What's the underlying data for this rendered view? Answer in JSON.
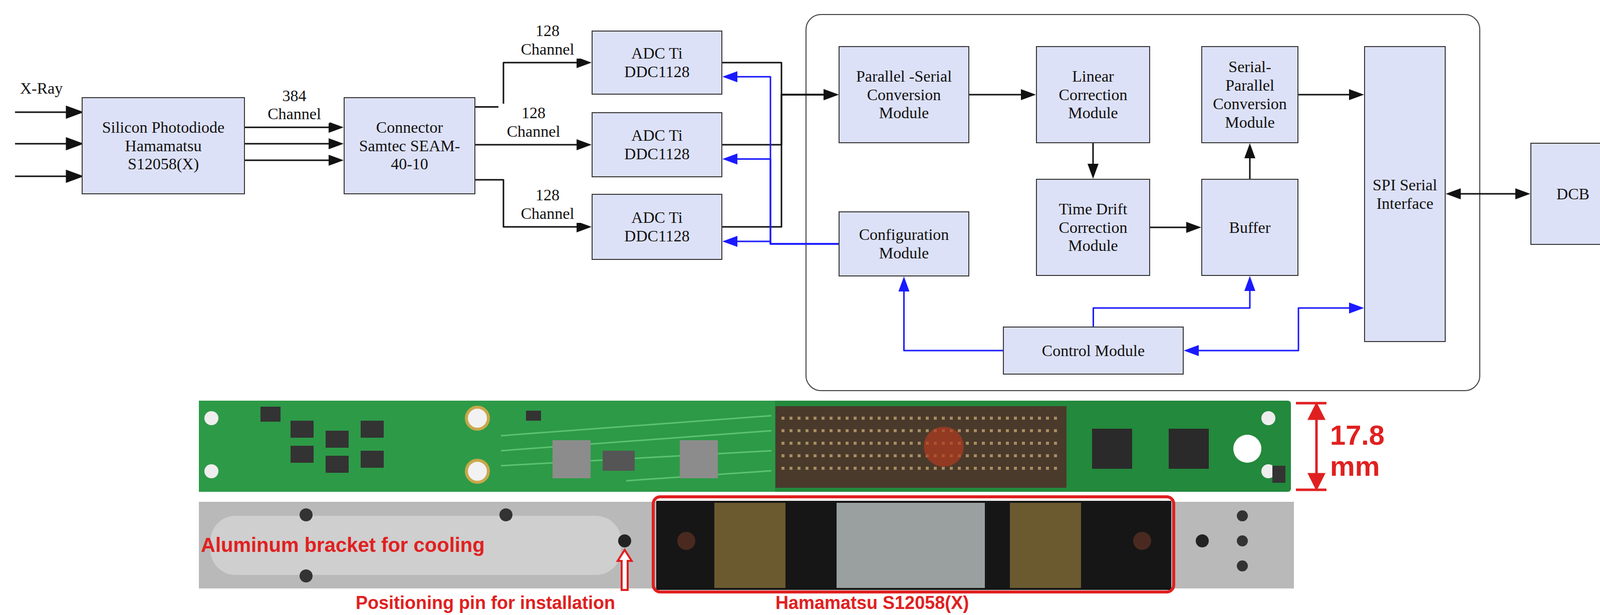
{
  "diagram": {
    "nodes": [
      {
        "text": [
          "Silicon Photodiode Hamamatsu S12058(X)"
        ]
      },
      {
        "text": [
          "Connector Samtec SEAM-40-10"
        ]
      },
      {
        "text": [
          "ADC Ti DDC1128"
        ]
      },
      {
        "text": [
          "ADC Ti DDC1128"
        ]
      },
      {
        "text": [
          "ADC Ti DDC1128"
        ]
      },
      {
        "text": [
          "Parallel -Serial Conversion Module"
        ]
      },
      {
        "text": [
          "Linear Correction Module"
        ]
      },
      {
        "text": [
          "Serial-Parallel Conversion Module"
        ]
      },
      {
        "text": [
          "SPI Serial Interface"
        ]
      },
      {
        "text": [
          "Time Drift Correction Module"
        ]
      },
      {
        "text": [
          "Buffer"
        ]
      },
      {
        "text": [
          "Configuration Module"
        ]
      },
      {
        "text": [
          "Control Module"
        ]
      },
      {
        "text": [
          "DCB"
        ]
      }
    ],
    "edges": [
      {
        "from": 0,
        "to": 1,
        "arrow": "to",
        "label": "384 Channel"
      },
      {
        "from": 0,
        "to": 1,
        "arrow": "to"
      },
      {
        "from": 0,
        "to": 1,
        "arrow": "to"
      },
      {
        "from": 1,
        "to": 2,
        "arrow": "to",
        "label": "128 Channel"
      },
      {
        "from": 1,
        "to": 3,
        "arrow": "to",
        "label": "128 Channel"
      },
      {
        "from": 1,
        "to": 4,
        "arrow": "to",
        "label": "128 Channel"
      },
      {
        "from": 2,
        "to": 5,
        "arrow": "to"
      },
      {
        "from": 3,
        "to": 5,
        "arrow": "to"
      },
      {
        "from": 4,
        "to": 5,
        "arrow": "to"
      },
      {
        "from": 11,
        "to": 2,
        "arrow": "to"
      },
      {
        "from": 11,
        "to": 3,
        "arrow": "to"
      },
      {
        "from": 11,
        "to": 4,
        "arrow": "to"
      },
      {
        "from": 5,
        "to": 6,
        "arrow": "to"
      },
      {
        "from": 6,
        "to": 9,
        "arrow": "to"
      },
      {
        "from": 9,
        "to": 10,
        "arrow": "to"
      },
      {
        "from": 10,
        "to": 7,
        "arrow": "to"
      },
      {
        "from": 7,
        "to": 8,
        "arrow": "to"
      },
      {
        "from": 12,
        "to": 11,
        "arrow": "to"
      },
      {
        "from": 12,
        "to": 10,
        "arrow": "to"
      },
      {
        "from": 12,
        "to": 8,
        "arrow": "both"
      },
      {
        "from": 8,
        "to": 13,
        "arrow": "both"
      }
    ],
    "labels": [
      "X-Ray",
      "Aluminum bracket for cooling",
      "Positioning pin for installation",
      "Hamamatsu S12058(X)",
      "17.8 mm"
    ]
  }
}
